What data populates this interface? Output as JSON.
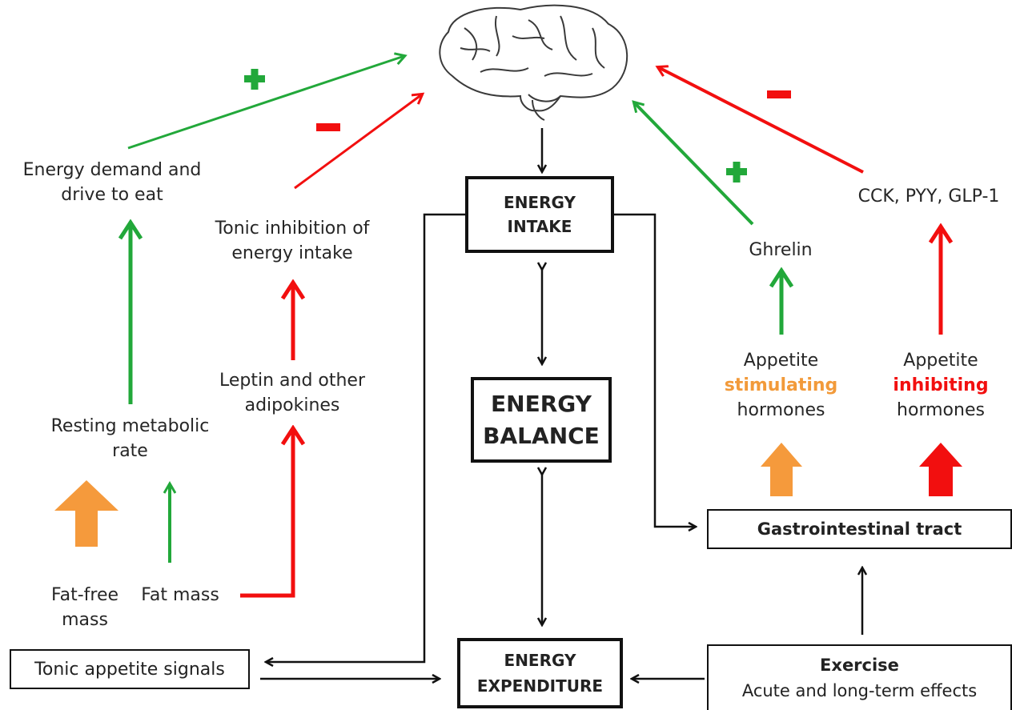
{
  "nodes": {
    "energy_intake": [
      "ENERGY",
      "INTAKE"
    ],
    "energy_balance": [
      "ENERGY",
      "BALANCE"
    ],
    "energy_expenditure": [
      "ENERGY",
      "EXPENDITURE"
    ],
    "gi_tract": "Gastrointestinal tract",
    "tonic_signals": "Tonic appetite signals",
    "exercise": {
      "title": "Exercise",
      "subtitle": "Acute and long-term effects"
    },
    "energy_demand": [
      "Energy demand and",
      "drive to eat"
    ],
    "tonic_inhibition": [
      "Tonic inhibition of",
      "energy intake"
    ],
    "leptin": [
      "Leptin and other",
      "adipokines"
    ],
    "rmr": [
      "Resting metabolic",
      "rate"
    ],
    "fat_free": [
      "Fat-free",
      "mass"
    ],
    "fat_mass": "Fat mass",
    "ghrelin": "Ghrelin",
    "gut_peptides": "CCK, PYY, GLP-1",
    "stimulating": {
      "line1": "Appetite",
      "keyword": "stimulating",
      "line3": "hormones"
    },
    "inhibiting": {
      "line1": "Appetite",
      "keyword": "inhibiting",
      "line3": "hormones"
    }
  },
  "colors": {
    "stimulate": "#22a83a",
    "inhibit": "#f20f0f",
    "neutral": "#111111",
    "block_orange": "#f59a3c"
  },
  "icons": [
    "brain-icon",
    "plus-sign-icon",
    "minus-sign-icon",
    "block-arrow-icon"
  ]
}
